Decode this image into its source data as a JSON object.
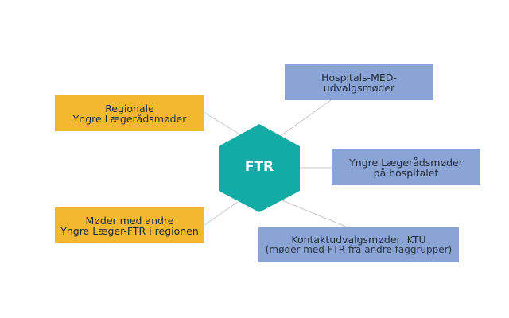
{
  "center": {
    "label": "FTR",
    "color": "#12aca4",
    "shape": "hexagon"
  },
  "colors": {
    "yellow_box": "#f2b930",
    "blue_box": "#8aa4d6",
    "connector": "#c8c8c8",
    "text": "#1f2a33"
  },
  "nodes": {
    "regional": {
      "line1": "Regionale",
      "line2": "Yngre Lægerådsmøder"
    },
    "ftr_region": {
      "line1": "Møder med andre",
      "line2": "Yngre Læger-FTR i regionen"
    },
    "hospital_med": {
      "line1": "Hospitals-MED-",
      "line2": "udvalgsmøder"
    },
    "hospital_yl": {
      "line1": "Yngre Lægerådsmøder",
      "line2": "på hospitalet"
    },
    "ktu": {
      "line1": "Kontaktudvalgsmøder, KTU",
      "line2": "(møder med FTR fra andre faggrupper)"
    }
  }
}
